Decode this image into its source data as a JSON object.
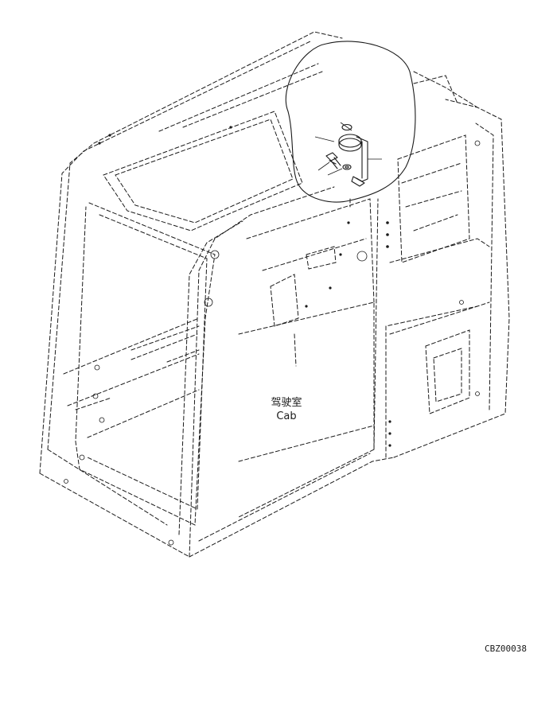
{
  "labels": {
    "cab_cn": "驾驶室",
    "cab_en": "Cab",
    "figure_code": "CBZ00038"
  }
}
